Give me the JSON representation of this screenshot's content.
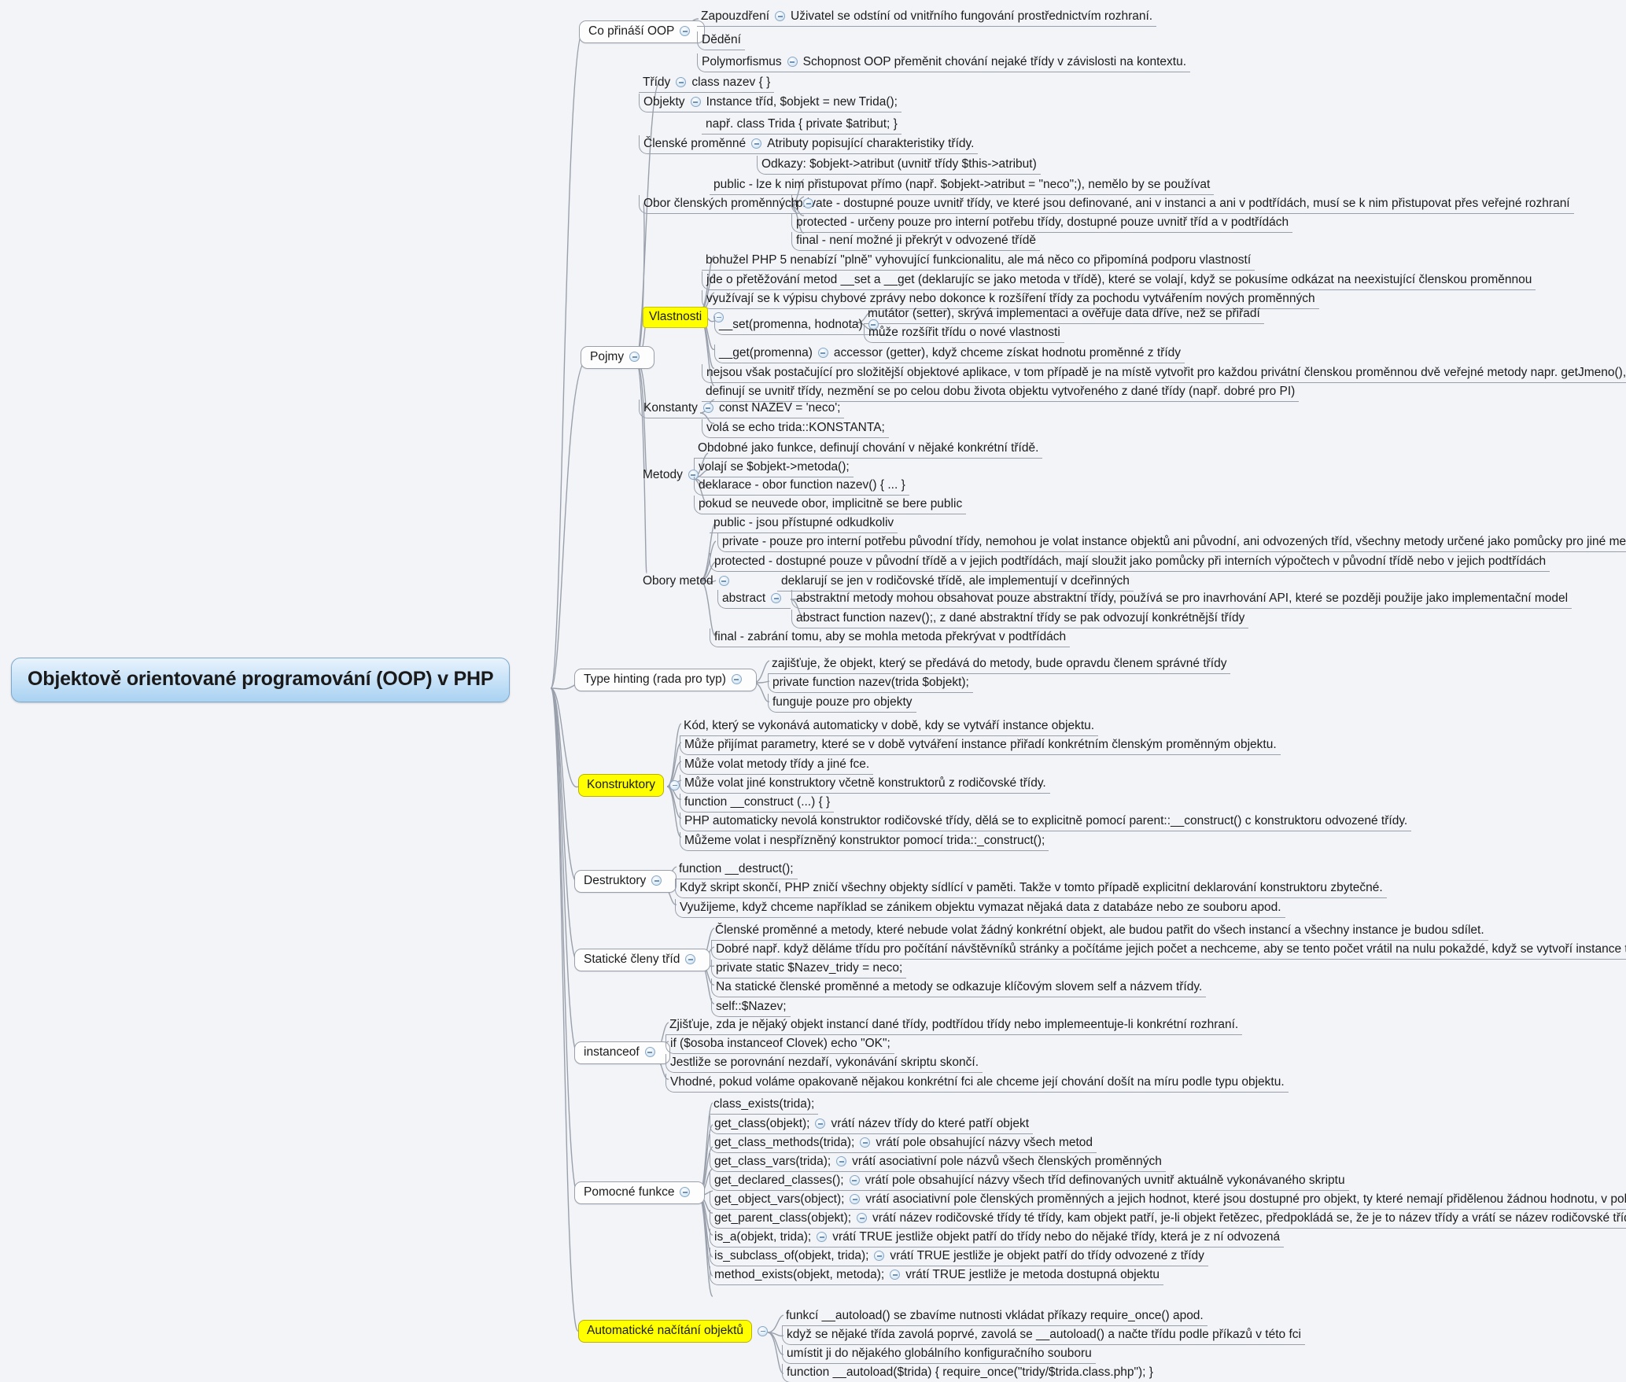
{
  "root": {
    "label": "Objektově orientované programování (OOP) v PHP"
  },
  "icons": {
    "toggle": "collapse-toggle-icon"
  },
  "colors": {
    "highlight": "#ffff00",
    "root_fill": "#a9d2f2",
    "line": "#9aa0ab",
    "bg": "#f2f4f8"
  },
  "branches": {
    "co_prinasi_oop": {
      "label": "Co přináší OOP",
      "children": [
        {
          "label": "Zapouzdření",
          "detail": "Uživatel se odstíní od vnitřního fungování prostřednictvím rozhraní."
        },
        {
          "label": "Dědění",
          "detail": ""
        },
        {
          "label": "Polymorfismus",
          "detail": "Schopnost OOP přeměnit chování nejaké třídy v závislosti na kontextu."
        }
      ]
    },
    "pojmy": {
      "label": "Pojmy",
      "tridy": {
        "label": "Třídy",
        "detail": "class nazev { }"
      },
      "objekty": {
        "label": "Objekty",
        "detail": "Instance tříd, $objekt = new Trida();"
      },
      "clenske_promenne": {
        "label": "Členské proměnné",
        "pre": "např. class Trida { private $atribut; }",
        "children": [
          "Atributy popisující charakteristiky třídy.",
          "Odkazy: $objekt->atribut (uvnitř třídy $this->atribut)"
        ]
      },
      "obor_clenskych_promennych": {
        "label": "Obor členských proměnných",
        "children": [
          "public - lze k nim přistupovat přímo (např. $objekt->atribut = \"neco\";), nemělo by se používat",
          "private - dostupné pouze uvnitř třídy, ve které jsou definované, ani v instanci a ani v podtřídách, musí se k nim přistupovat přes veřejné rozhraní",
          "protected - určeny pouze pro interní potřebu třídy, dostupné pouze uvnitř tříd a v podtřídách",
          "final - není možné ji překrýt v odvozené třídě"
        ]
      },
      "vlastnosti": {
        "label": "Vlastnosti",
        "highlight": true,
        "pre": [
          "bohužel PHP 5 nenabízí \"plně\" vyhovující funkcionalitu, ale má něco co připomíná podporu vlastností",
          "jde o přetěžování metod __set a __get (deklarujíc se jako metoda v třídě), které se volají, když se pokusíme odkázat na neexistující členskou proměnnou",
          "využívají se k výpisu chybové zprávy nebo dokonce k rozšíření třídy za pochodu vytvářením nových proměnných"
        ],
        "set": {
          "label": "__set(promenna, hodnota)",
          "details": [
            "mutátor (setter), skrývá implementaci a ověřuje data dříve, než se přiřadí",
            "může rozšířit třídu o nové vlastnosti"
          ]
        },
        "get": {
          "label": "__get(promenna)",
          "detail": "accessor (getter), když chceme získat hodnotu proměnné z třídy"
        },
        "post": [
          "nejsou však postačující pro složitější objektové aplikace, v tom případě je na místě vytvořit pro každou privátní členskou proměnnou dvě veřejné metody napr. getJmeno(), setJmeno()"
        ]
      },
      "konstanty": {
        "label": "Konstanty",
        "pre": "definují se uvnitř třídy, nezmění se po celou dobu života objektu vytvořeného z dané třídy (např. dobré pro PI)",
        "children": [
          "const NAZEV = 'neco';",
          "volá se echo trida::KONSTANTA;"
        ]
      },
      "metody": {
        "label": "Metody",
        "pre": "Obdobné jako funkce, definují chování v nějaké konkrétní třídě.",
        "children": [
          "volají se $objekt->metoda();",
          "deklarace - obor function nazev() { ... }",
          "pokud se neuvede obor, implicitně se bere public"
        ]
      },
      "obory_metod": {
        "label": "Obory metod",
        "pre": "public - jsou přístupné odkudkoliv",
        "children": [
          "private - pouze pro interní potřebu původní třídy, nemohou je volat instance objektů ani původní, ani odvozených tříd, všechny metody určené jako pomůcky pro jiné metody mají být private",
          "protected - dostupné pouze v původní třídě a v jejich podtřídách, mají sloužit jako pomůcky při interních výpočtech v původní třídě nebo v jejich podtřídách"
        ],
        "abstract": {
          "label": "abstract",
          "pre": "deklarují se jen v rodičovské třídě, ale implementují v dceřinných",
          "details": [
            "abstraktní metody mohou obsahovat pouze abstraktní třídy, používá se pro inavrhování API, které se později použije jako implementační model",
            "abstract function nazev();, z dané abstraktní třídy se pak odvozují konkrétnější třídy"
          ]
        },
        "post": "final - zabrání tomu, aby se mohla metoda překrývat v podtřídách"
      }
    },
    "type_hinting": {
      "label": "Type hinting (rada pro typ)",
      "children": [
        "zajišťuje, že objekt, který se předává do metody, bude opravdu členem správné třídy",
        "private function nazev(trida $objekt);",
        "funguje pouze pro objekty"
      ]
    },
    "konstruktory": {
      "label": "Konstruktory",
      "highlight": true,
      "children": [
        "Kód, který se vykonává automaticky v době, kdy se vytváří instance objektu.",
        "Může přijímat parametry, které se v době vytváření instance přiřadí konkrétním členským proměnným objektu.",
        "Může volat metody třídy a jiné fce.",
        "Může volat jiné konstruktory včetně konstruktorů z rodičovské třídy.",
        "function __construct (...) { }",
        "PHP automaticky nevolá konstruktor rodičovské třídy, dělá se to explicitně pomocí parent::__construct() c konstruktoru odvozené třídy.",
        "Můžeme volat i nespřízněný konstruktor pomocí trida::_construct();"
      ]
    },
    "destruktory": {
      "label": "Destruktory",
      "children": [
        "function __destruct();",
        "Když skript skončí, PHP zničí všechny objekty sídlící v paměti. Takže v tomto případě explicitní deklarování konstruktoru zbytečné.",
        "Využijeme, když chceme například se zánikem objektu vymazat nějaká data z databáze nebo ze souboru apod."
      ]
    },
    "staticke_cleny_trid": {
      "label": "Statické členy tříd",
      "children": [
        "Členské proměnné a metody, které nebude volat žádný konkrétní objekt, ale budou patřit do všech instancí a všechny instance je budou sdílet.",
        "Dobré např. když děláme třídu pro počítání návštěvníků stránky a počítáme jejich počet a nechceme, aby se tento počet vrátil na nulu pokaždé, když se vytvoří instance třídy.",
        "private static $Nazev_tridy = neco;",
        "Na statické členské proměnné a metody se odkazuje klíčovým slovem self a názvem třídy.",
        "self::$Nazev;"
      ]
    },
    "instanceof": {
      "label": "instanceof",
      "children": [
        "Zjišťuje, zda je nějaký objekt instancí dané třídy, podtřídou třídy nebo implemeentuje-li konkrétní rozhraní.",
        "if ($osoba instanceof Clovek) echo \"OK\";",
        "Jestliže se porovnání nezdaří, vykonávání skriptu skončí.",
        "Vhodné, pokud voláme opakovaně nějakou konkrétní fci ale chceme její chování došít na míru podle typu objektu."
      ]
    },
    "pomocne_funkce": {
      "label": "Pomocné funkce",
      "children": [
        {
          "label": "class_exists(trida);",
          "detail": ""
        },
        {
          "label": "get_class(objekt);",
          "detail": "vrátí název třídy do které patří objekt"
        },
        {
          "label": "get_class_methods(trida);",
          "detail": "vrátí pole obsahující názvy všech metod"
        },
        {
          "label": "get_class_vars(trida);",
          "detail": "vrátí asociativní pole názvů všech členských proměnných"
        },
        {
          "label": "get_declared_classes();",
          "detail": "vrátí pole obsahující názvy všech tříd definovaných uvnitř aktuálně vykonávaného skriptu"
        },
        {
          "label": "get_object_vars(object);",
          "detail": "vrátí asociativní pole členských proměnných a jejich hodnot, které jsou dostupné pro objekt, ty které nemají přidělenou žádnou hodnotu, v poli bude NULL"
        },
        {
          "label": "get_parent_class(objekt);",
          "detail": "vrátí název rodičovské třídy té třídy, kam objekt patří, je-li objekt řetězec, předpokládá se, že je to název třídy a vrátí se název rodičovské třídy této třídy"
        },
        {
          "label": "is_a(objekt, trida);",
          "detail": "vrátí TRUE jestliže objekt patří do třídy nebo do nějaké třídy, která je z ní odvozená"
        },
        {
          "label": "is_subclass_of(objekt, trida);",
          "detail": "vrátí TRUE jestliže je objekt patří do třídy odvozené z třídy"
        },
        {
          "label": "method_exists(objekt, metoda);",
          "detail": "vrátí TRUE jestliže je metoda dostupná objektu"
        }
      ]
    },
    "automaticke_nacitani": {
      "label": "Automatické načítání objektů",
      "highlight": true,
      "children": [
        "funkcí __autoload() se zbavíme nutnosti vkládat příkazy require_once() apod.",
        "když se nějaké třída zavolá poprvé, zavolá se __autoload() a načte třídu podle příkazů v této fci",
        "umístit ji do nějakého globálního konfiguračního souboru",
        "function __autoload($trida) { require_once(\"tridy/$trida.class.php\"); }"
      ]
    }
  }
}
